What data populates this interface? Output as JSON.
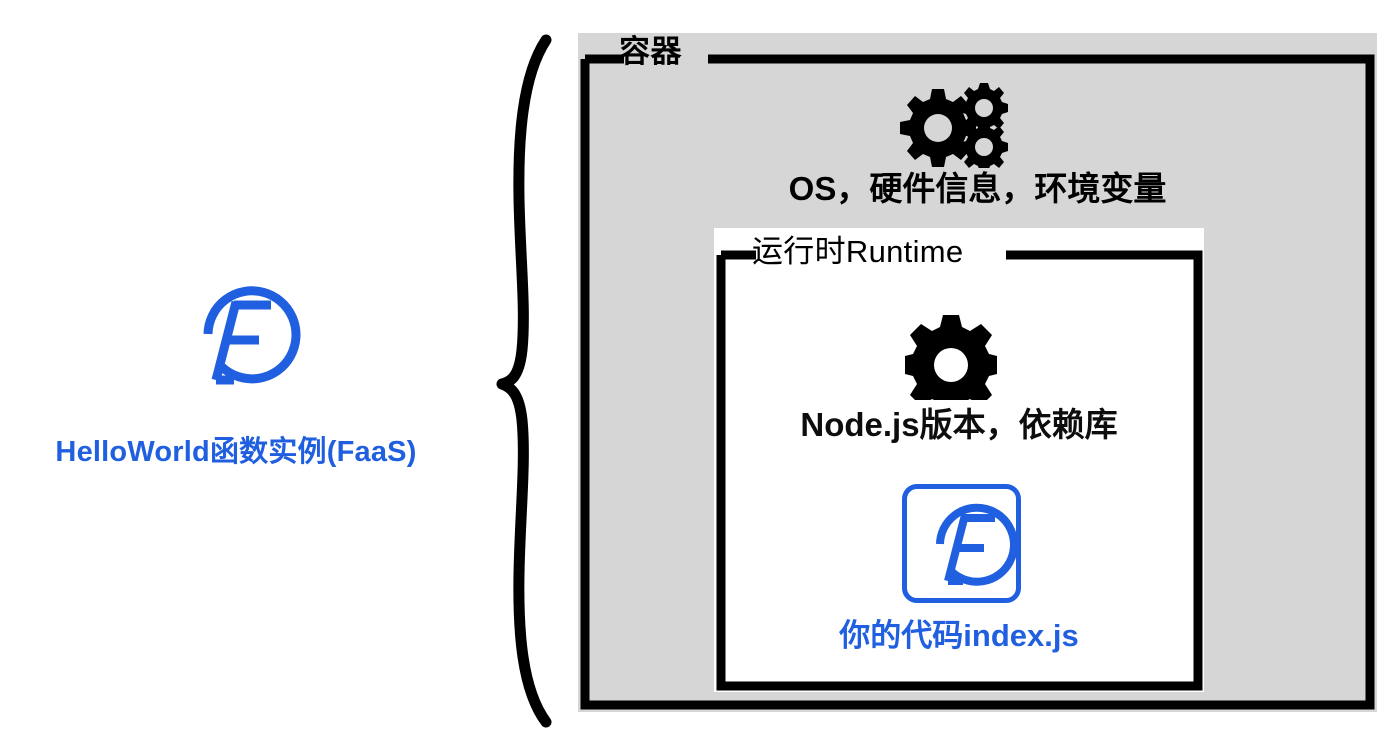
{
  "diagram": {
    "title": "FaaS function instance container anatomy",
    "colors": {
      "accent_blue": "#1f5fe0",
      "container_fill": "#d6d6d6",
      "runtime_fill": "#ffffff",
      "stroke": "#000000"
    },
    "faas": {
      "logo_icon": "faas-f-circle-logo",
      "caption": "HelloWorld函数实例(FaaS)"
    },
    "brace": {
      "icon": "curly-brace-left"
    },
    "container": {
      "label": "容器",
      "gears_icon": "gears-multiple-icon",
      "os_text": "OS，硬件信息，环境变量"
    },
    "runtime": {
      "label": "运行时Runtime",
      "gear_icon": "gear-icon",
      "node_text": "Node.js版本，依赖库",
      "code": {
        "logo_icon": "faas-f-circle-logo",
        "text": "你的代码index.js"
      }
    }
  }
}
